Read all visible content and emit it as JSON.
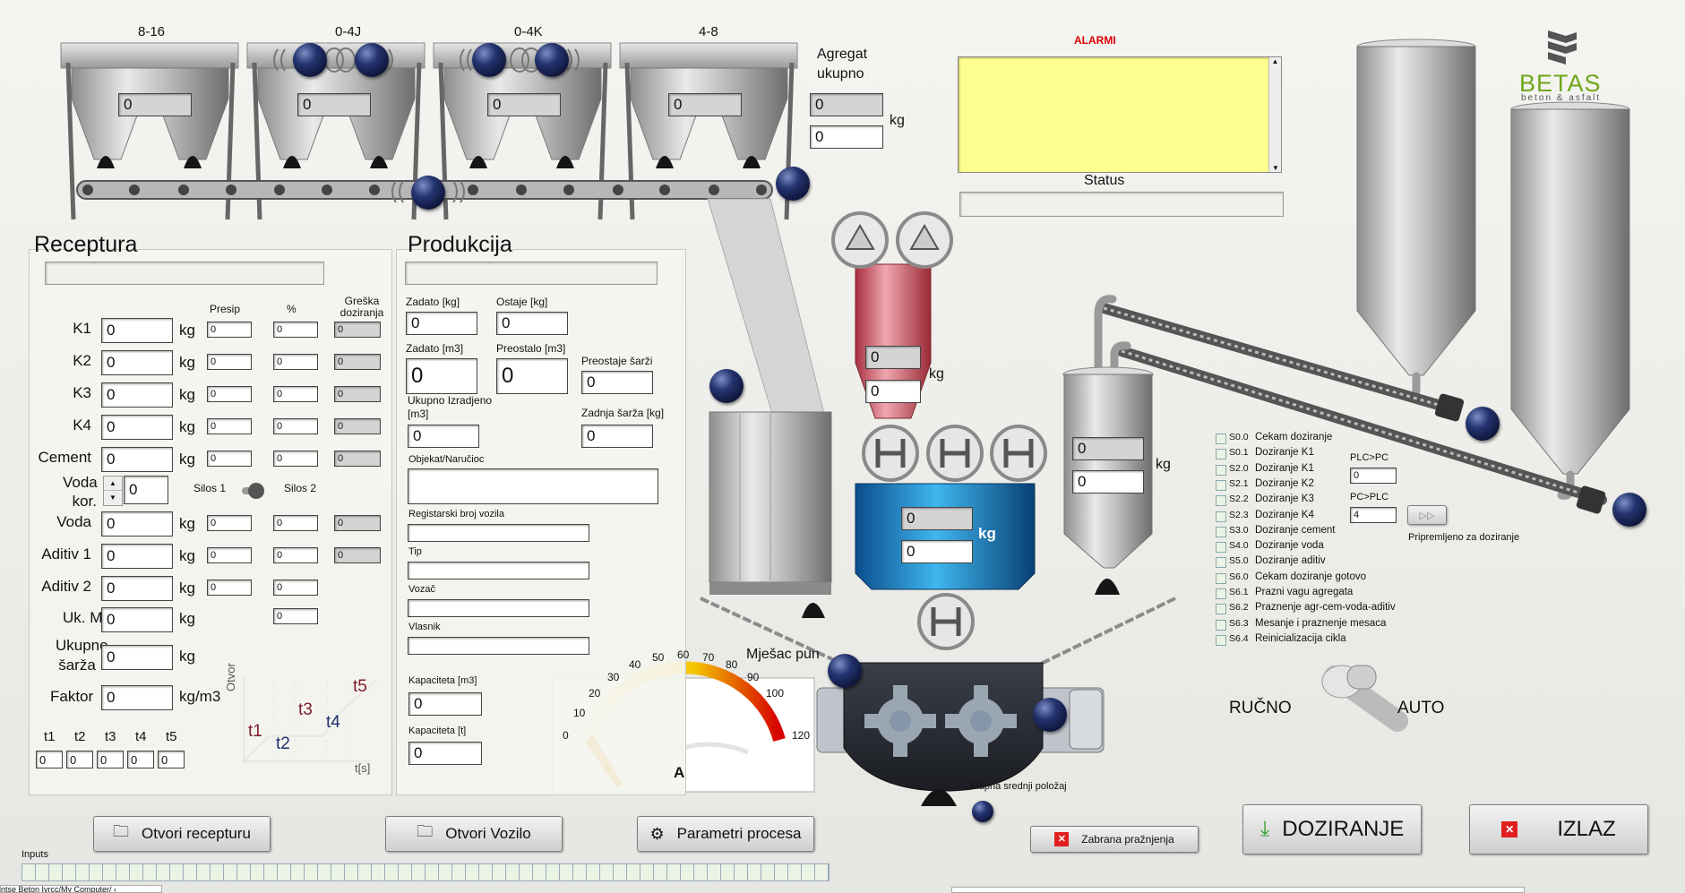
{
  "hoppers": [
    {
      "label": "8-16",
      "value": "0"
    },
    {
      "label": "0-4J",
      "value": "0"
    },
    {
      "label": "0-4K",
      "value": "0"
    },
    {
      "label": "4-8",
      "value": "0"
    }
  ],
  "agregat": {
    "label": "Agregat ukupno",
    "value1": "0",
    "value2": "0",
    "unit": "kg"
  },
  "alarms": {
    "title": "ALARMI",
    "status_label": "Status"
  },
  "logo": {
    "name": "BETAS",
    "tagline": "beton & asfalt"
  },
  "receptura": {
    "title": "Receptura",
    "col_presip": "Presip",
    "col_percent": "%",
    "col_greska": "Greška doziranja",
    "rows": [
      {
        "label": "K1",
        "value": "0",
        "unit": "kg",
        "presip": "0",
        "percent": "0",
        "greska": "0"
      },
      {
        "label": "K2",
        "value": "0",
        "unit": "kg",
        "presip": "0",
        "percent": "0",
        "greska": "0"
      },
      {
        "label": "K3",
        "value": "0",
        "unit": "kg",
        "presip": "0",
        "percent": "0",
        "greska": "0"
      },
      {
        "label": "K4",
        "value": "0",
        "unit": "kg",
        "presip": "0",
        "percent": "0",
        "greska": "0"
      },
      {
        "label": "Cement",
        "value": "0",
        "unit": "kg",
        "presip": "0",
        "percent": "0",
        "greska": "0"
      }
    ],
    "voda_kor_label": "Voda kor.",
    "voda_kor_value": "0",
    "silos1": "Silos 1",
    "silos2": "Silos 2",
    "rows2": [
      {
        "label": "Voda",
        "value": "0",
        "unit": "kg",
        "presip": "0",
        "percent": "0",
        "greska": "0"
      },
      {
        "label": "Aditiv 1",
        "value": "0",
        "unit": "kg",
        "presip": "0",
        "percent": "0",
        "greska": "0"
      },
      {
        "label": "Aditiv 2",
        "value": "0",
        "unit": "kg",
        "presip": "0",
        "percent": "0"
      }
    ],
    "uk_min": {
      "label": "Uk. Min.",
      "value": "0",
      "unit": "kg",
      "percent": "0"
    },
    "ukupno_sarza": {
      "label": "Ukupno šarža",
      "value": "0",
      "unit": "kg"
    },
    "faktor": {
      "label": "Faktor",
      "value": "0",
      "unit": "kg/m3"
    },
    "times": [
      {
        "label": "t1",
        "value": "0"
      },
      {
        "label": "t2",
        "value": "0"
      },
      {
        "label": "t3",
        "value": "0"
      },
      {
        "label": "t4",
        "value": "0"
      },
      {
        "label": "t5",
        "value": "0"
      }
    ],
    "graph": {
      "ylabel": "Otvor",
      "xlabel": "t[s]",
      "t1": "t1",
      "t2": "t2",
      "t3": "t3",
      "t4": "t4",
      "t5": "t5"
    }
  },
  "produkcija": {
    "title": "Produkcija",
    "zadato_kg_label": "Zadato [kg]",
    "zadato_kg": "0",
    "ostaje_kg_label": "Ostaje [kg]",
    "ostaje_kg": "0",
    "zadato_m3_label": "Zadato  [m3]",
    "zadato_m3": "0",
    "preostalo_m3_label": "Preostalo [m3]",
    "preostalo_m3": "0",
    "preostaje_sarzi_label": "Preostaje šarži",
    "preostaje_sarzi": "0",
    "ukupno_izradjeno_label": "Ukupno Izradjeno [m3]",
    "ukupno_izradjeno": "0",
    "zadnja_sarza_label": "Zadnja šarža [kg]",
    "zadnja_sarza": "0",
    "objekat_label": "Objekat/Naručioc",
    "registarski_label": "Registarski broj vozila",
    "tip_label": "Tip",
    "vozac_label": "Vozač",
    "vlasnik_label": "Vlasnik",
    "kapacitet_m3_label": "Kapaciteta [m3]",
    "kapacitet_m3": "0",
    "kapacitet_t_label": "Kapaciteta [t]",
    "kapacitet_t": "0"
  },
  "gauge": {
    "unit": "A",
    "ticks": [
      "0",
      "10",
      "20",
      "30",
      "40",
      "50",
      "60",
      "70",
      "80",
      "90",
      "100",
      "120"
    ],
    "value": 0
  },
  "cement_scale": {
    "value1": "0",
    "value2": "0",
    "unit": "kg"
  },
  "water_scale": {
    "value1": "0",
    "value2": "0",
    "unit": "kg"
  },
  "silo_scale": {
    "value1": "0",
    "value2": "0",
    "unit": "kg"
  },
  "mixer": {
    "mjesac_pun": "Mješac pun",
    "klapna": "Klapna srednji položaj"
  },
  "steps": [
    {
      "code": "S0.0",
      "text": "Cekam doziranje"
    },
    {
      "code": "S0.1",
      "text": "Doziranje K1"
    },
    {
      "code": "S2.0",
      "text": "Doziranje K1"
    },
    {
      "code": "S2.1",
      "text": "Doziranje K2"
    },
    {
      "code": "S2.2",
      "text": "Doziranje K3"
    },
    {
      "code": "S2.3",
      "text": "Doziranje K4"
    },
    {
      "code": "S3.0",
      "text": "Doziranje cement"
    },
    {
      "code": "S4.0",
      "text": "Doziranje voda"
    },
    {
      "code": "S5.0",
      "text": "Doziranje aditiv"
    },
    {
      "code": "S6.0",
      "text": "Cekam doziranje gotovo"
    },
    {
      "code": "S6.1",
      "text": "Prazni vagu agregata"
    },
    {
      "code": "S6.2",
      "text": "Praznenje agr-cem-voda-aditiv"
    },
    {
      "code": "S6.3",
      "text": "Mesanje i praznenje mesaca"
    },
    {
      "code": "S6.4",
      "text": "Reinicializacija cikla"
    }
  ],
  "plc": {
    "pc_plc_label": "PLC>PC",
    "pc_plc_value": "0",
    "plc_pc_label": "PC>PLC",
    "plc_pc_value": "4",
    "ready_label": "Pripremljeno za doziranje"
  },
  "mode": {
    "manual": "RUČNO",
    "auto": "AUTO"
  },
  "buttons": {
    "otvori_recepturu": "Otvori recepturu",
    "otvori_vozilo": "Otvori Vozilo",
    "parametri": "Parametri procesa",
    "zabrana": "Zabrana pražnjenja",
    "doziranje": "DOZIRANJE",
    "izlaz": "IZLAZ"
  },
  "inputs_label": "Inputs",
  "statusbar_text": "ntse Beton Ivrcc/My Computer/ ‹"
}
